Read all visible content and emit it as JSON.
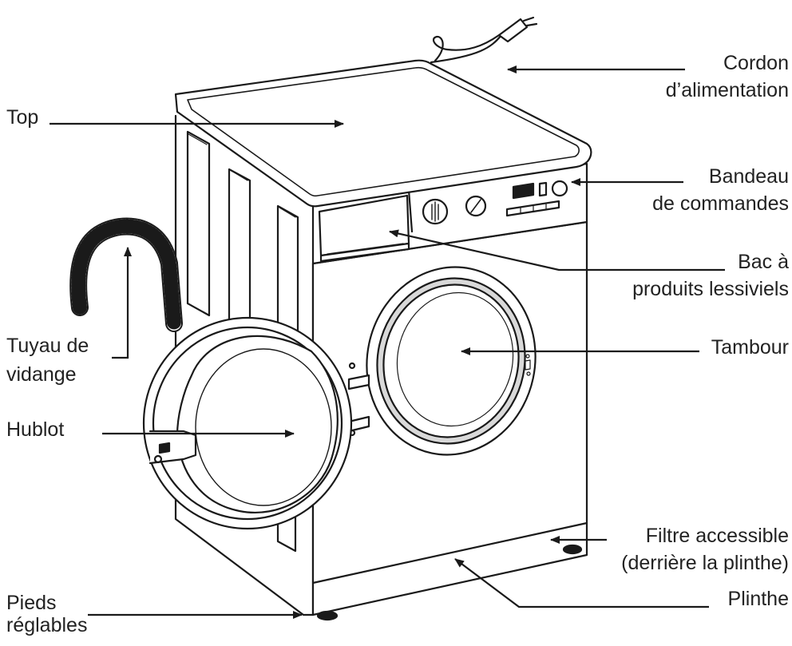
{
  "labels": {
    "top": "Top",
    "cordon_1": "Cordon",
    "cordon_2": "d’alimentation",
    "bandeau_1": "Bandeau",
    "bandeau_2": "de commandes",
    "bac_1": "Bac à",
    "bac_2": "produits lessiviels",
    "tuyau_1": "Tuyau de",
    "tuyau_2": "vidange",
    "tambour": "Tambour",
    "hublot": "Hublot",
    "filtre_1": "Filtre accessible",
    "filtre_2": "(derrière la plinthe)",
    "plinthe": "Plinthe",
    "pieds_1": "Pieds",
    "pieds_2": "réglables"
  },
  "colors": {
    "ink": "#1a1a1a",
    "paper": "#ffffff",
    "shade": "#d9d9d9"
  }
}
